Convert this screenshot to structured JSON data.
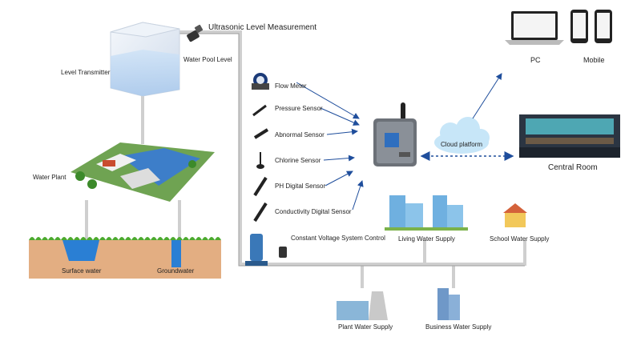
{
  "labels": {
    "ultrasonic": "Ultrasonic Level Measurement",
    "level_transmitter": "Level Transmitter",
    "water_pool_level": "Water Pool Level",
    "water_plant": "Water Plant",
    "surface_water": "Surface water",
    "groundwater": "Groundwater",
    "flow_meter": "Flow Meter",
    "pressure_sensor": "Pressure Sensor",
    "abnormal_sensor": "Abnormal Sensor",
    "chlorine_sensor": "Chlorine Sensor",
    "ph_sensor": "PH Digital Sensor",
    "conductivity_sensor": "Conductivity Digital Sensor",
    "constant_voltage": "Constant Voltage System Control",
    "living_water": "Living Water Supply",
    "school_water": "School Water Supply",
    "plant_water": "Plant Water Supply",
    "business_water": "Business Water Supply",
    "cloud": "Cloud platform",
    "pc": "PC",
    "mobile": "Mobile",
    "central_room": "Central Room"
  },
  "colors": {
    "arrow": "#1f4e9c",
    "pipe": "#c8c8c8",
    "cloud": "#bfe4f7",
    "soil": "#e0a87a",
    "grass": "#4caa2e",
    "water": "#2a7fd4"
  },
  "icons": {
    "ultrasonic": "ultrasonic-sensor-icon",
    "tank": "water-tank-icon",
    "flow_meter": "flow-meter-icon",
    "gateway": "gateway-device-icon",
    "pump": "pump-icon",
    "pc": "laptop-icon",
    "mobile": "phone-icon"
  }
}
